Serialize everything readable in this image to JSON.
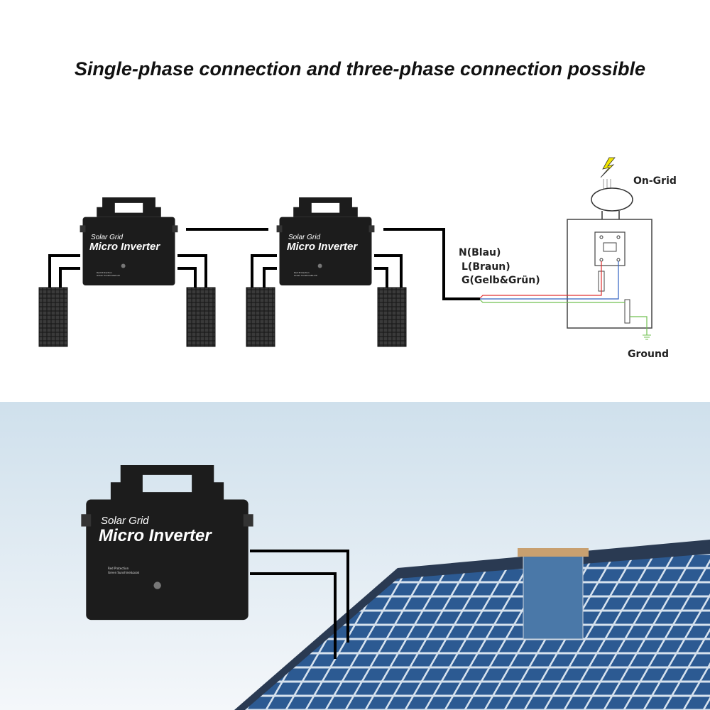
{
  "title": "Single-phase connection and three-phase connection possible",
  "inverter": {
    "brand_line": "Solar Grid",
    "model_line": "Micro Inverter",
    "led_line1": "Red Protection",
    "led_line2": "Green Sunshine&Look"
  },
  "wiring": {
    "neutral": "N(Blau)",
    "live": "L(Braun)",
    "ground_wire": "G(Gelb&Grün)",
    "grid_label": "On-Grid",
    "ground_label": "Ground"
  },
  "colors": {
    "live_wire": "#e03030",
    "neutral_wire": "#3060c0",
    "ground_wire": "#70c050",
    "lightning": "#f2e600",
    "inverter_body": "#1c1c1c",
    "panel": "#1e4a8a"
  }
}
